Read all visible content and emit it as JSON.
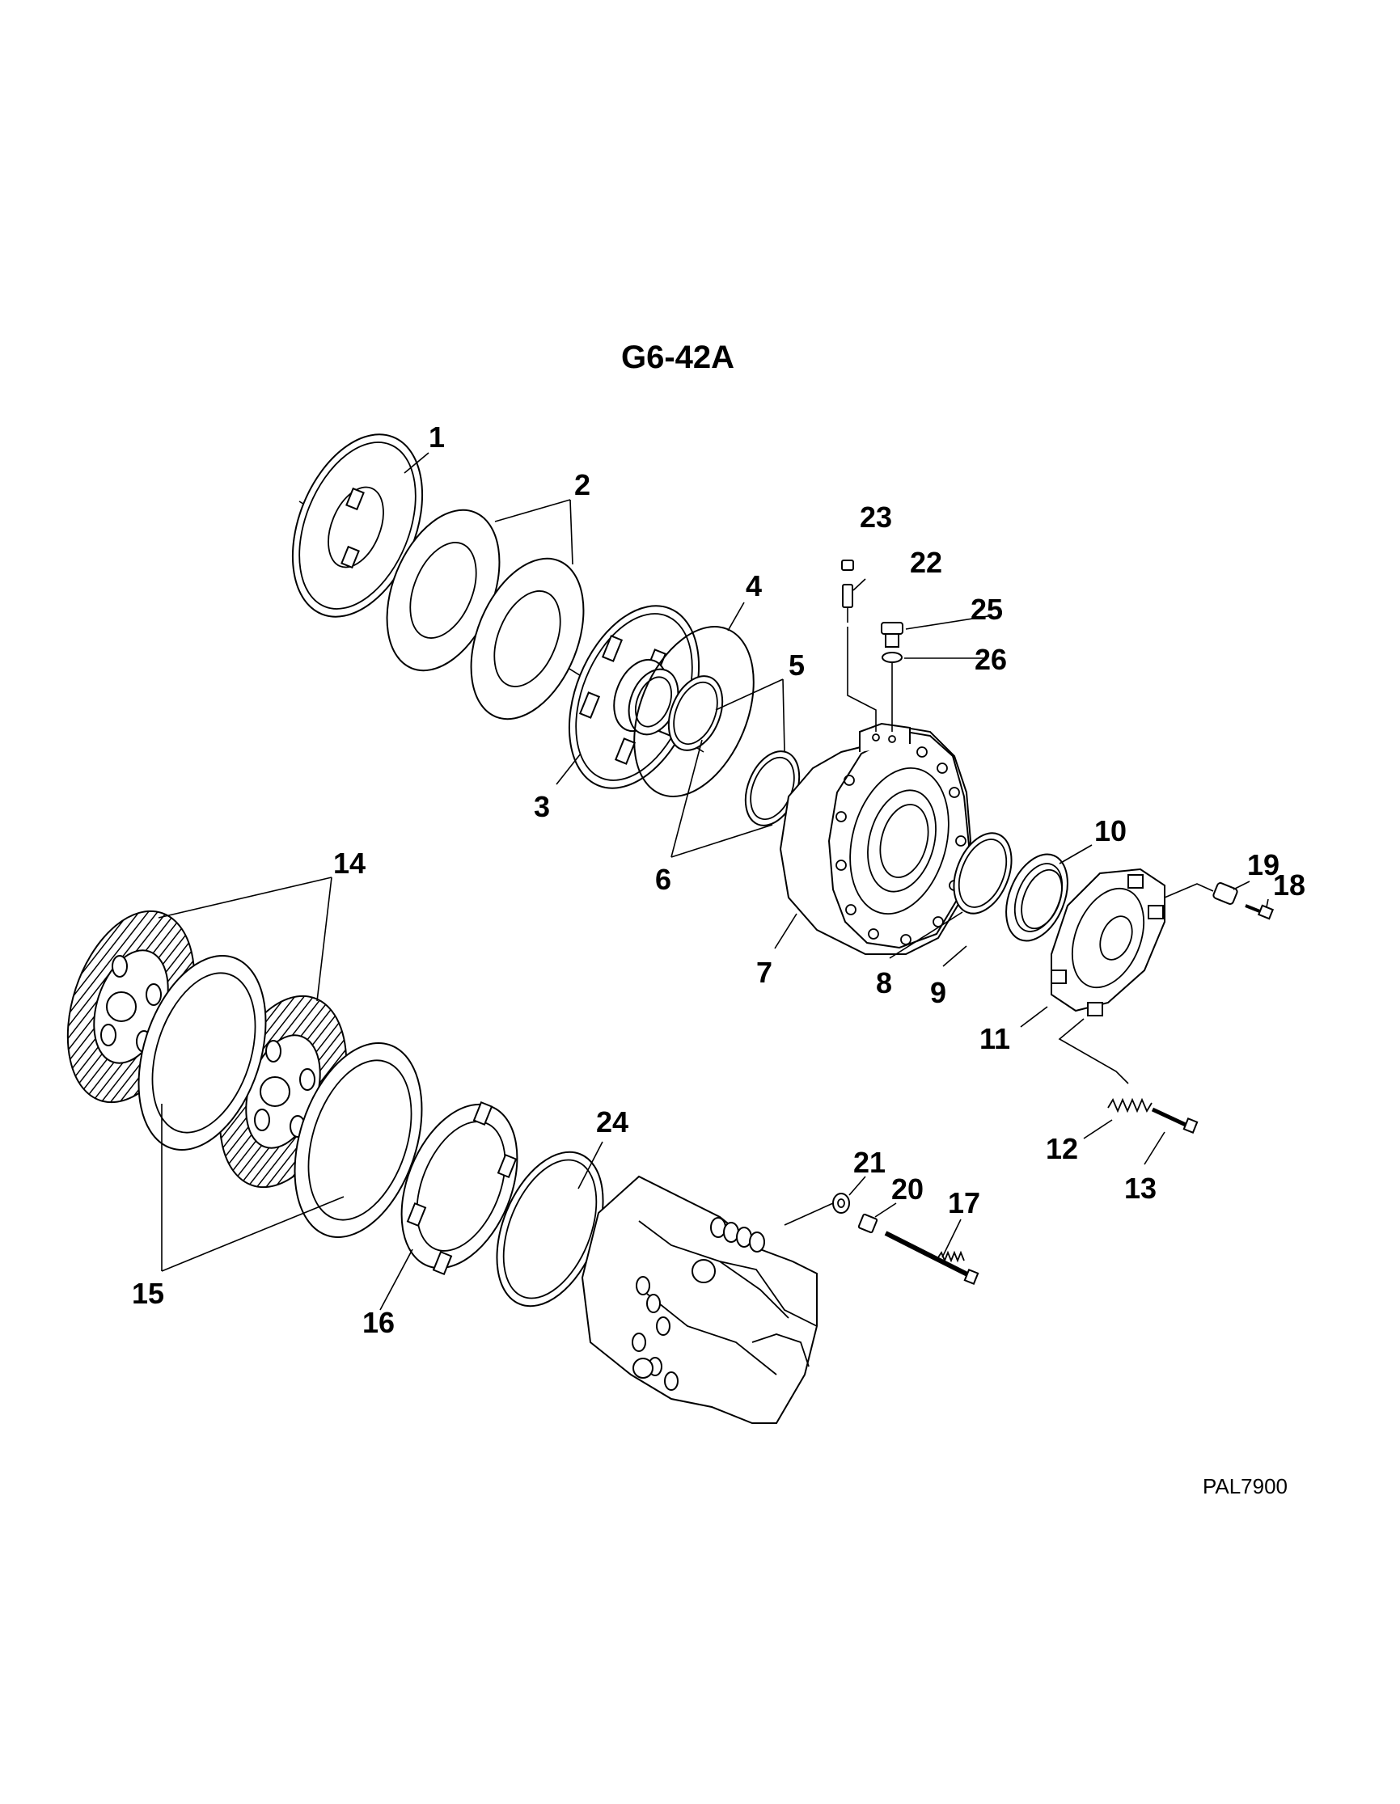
{
  "diagram": {
    "title": "G6-42A",
    "drawing_code": "PAL7900",
    "callouts": {
      "c1": "1",
      "c2": "2",
      "c3": "3",
      "c4": "4",
      "c5": "5",
      "c6": "6",
      "c7": "7",
      "c8": "8",
      "c9": "9",
      "c10": "10",
      "c11": "11",
      "c12": "12",
      "c13": "13",
      "c14": "14",
      "c15": "15",
      "c16": "16",
      "c17": "17",
      "c18": "18",
      "c19": "19",
      "c20": "20",
      "c21": "21",
      "c22": "22",
      "c23": "23",
      "c24": "24",
      "c25": "25",
      "c26": "26"
    }
  }
}
